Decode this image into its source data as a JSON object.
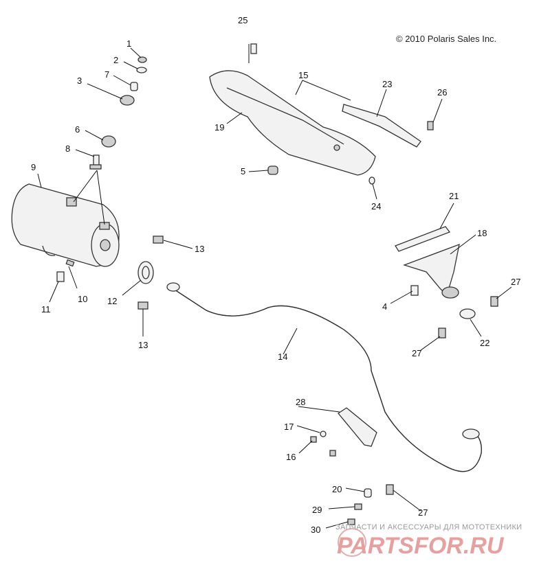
{
  "copyright": "© 2010 Polaris Sales Inc.",
  "watermark": {
    "tagline": "ЗАПЧАСТИ И АКСЕССУАРЫ ДЛЯ МОТОТЕХНИКИ",
    "brand": "PARTSFOR.RU"
  },
  "callouts": {
    "c1": "1",
    "c2": "2",
    "c3": "3",
    "c4": "4",
    "c5": "5",
    "c6": "6",
    "c7": "7",
    "c8": "8",
    "c9": "9",
    "c10": "10",
    "c11": "11",
    "c12": "12",
    "c13a": "13",
    "c13b": "13",
    "c14": "14",
    "c15": "15",
    "c16": "16",
    "c17": "17",
    "c18": "18",
    "c19": "19",
    "c20": "20",
    "c21": "21",
    "c22": "22",
    "c23": "23",
    "c24": "24",
    "c25": "25",
    "c26": "26",
    "c27a": "27",
    "c27b": "27",
    "c27c": "27",
    "c28": "28",
    "c29": "29",
    "c30": "30"
  }
}
